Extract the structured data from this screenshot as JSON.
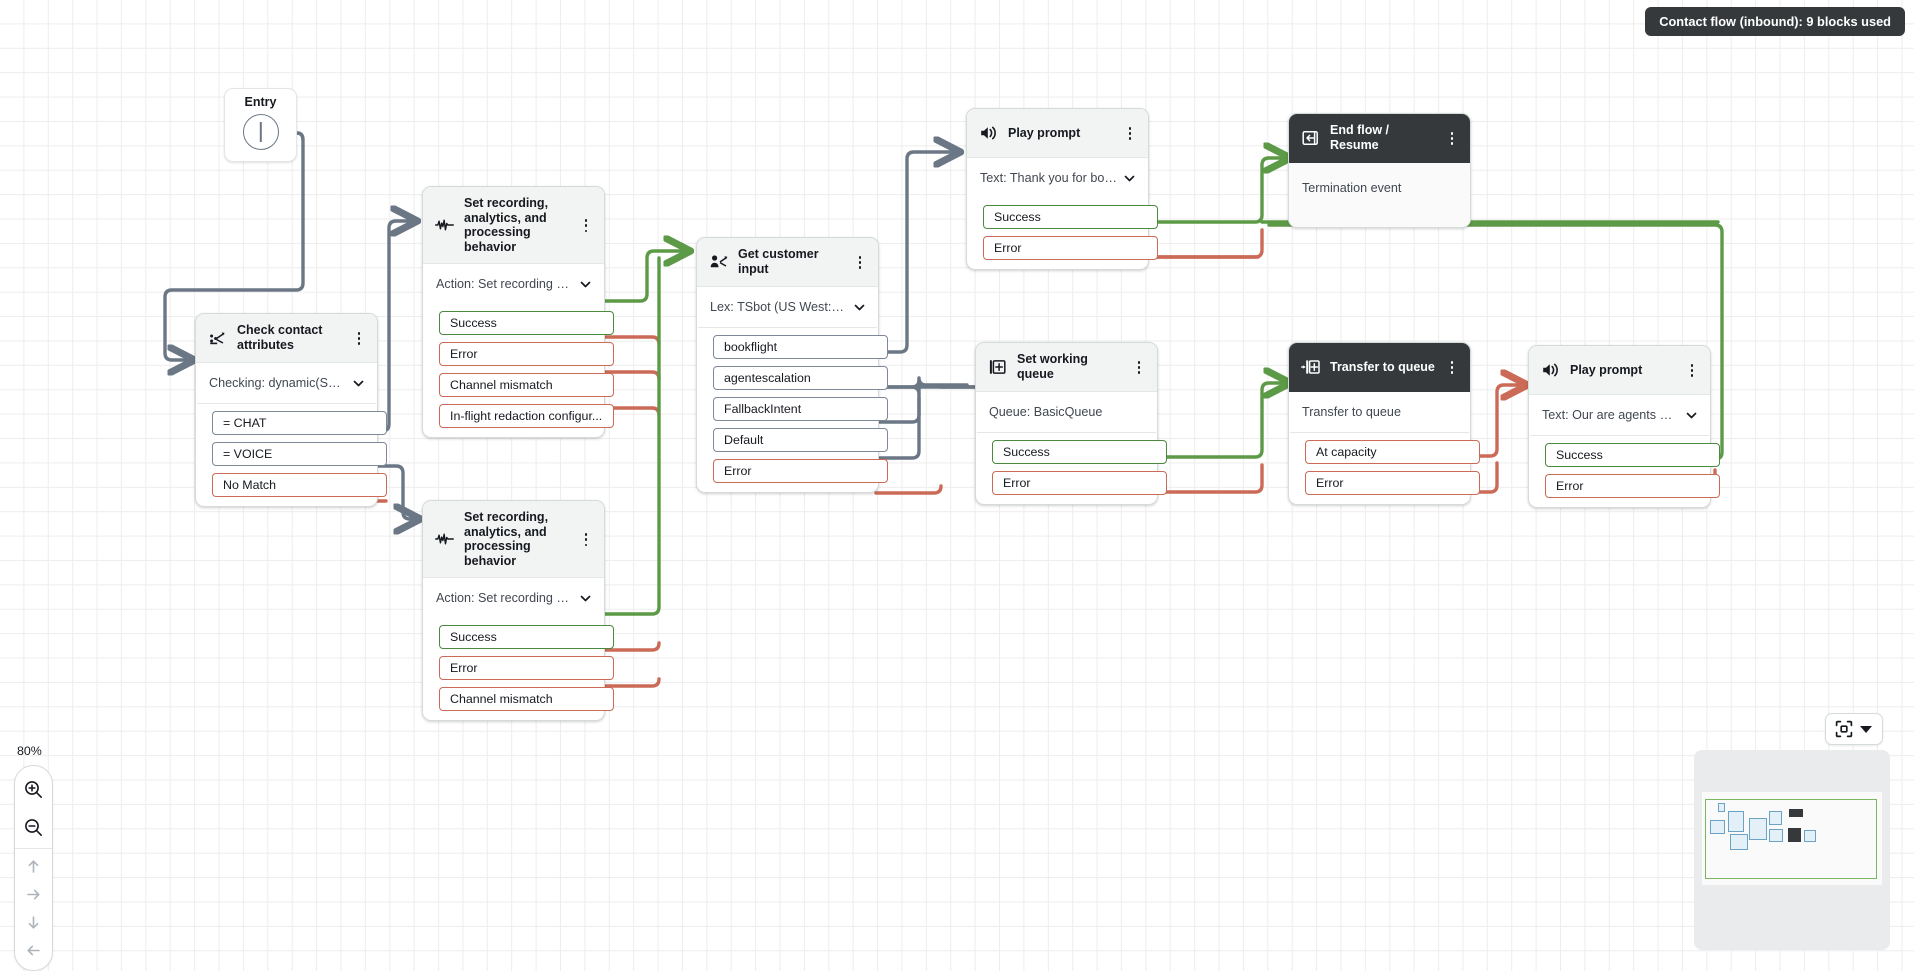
{
  "header": {
    "flow_badge": "Contact flow (inbound): 9 blocks used"
  },
  "canvas": {
    "zoom_level": "80%",
    "entry": {
      "label": "Entry",
      "icon": "entry-point-icon"
    }
  },
  "controls": {
    "zoom_in": "zoom-in-icon",
    "zoom_out": "zoom-out-icon",
    "pan_up": "arrow-up-icon",
    "pan_right": "arrow-right-icon",
    "pan_down": "arrow-down-icon",
    "pan_left": "arrow-left-icon",
    "fit_to_screen": "fit-to-screen-icon",
    "minimap_toggle": "caret-down-icon"
  },
  "blocks": [
    {
      "id": "check-contact-attributes",
      "icon": "branch-split-icon",
      "title": "Check contact attributes",
      "subtitle": "Checking: dynamic(Syste...",
      "has_chevron": true,
      "dark": false,
      "ports": [
        {
          "label": "= CHAT",
          "kind": "neutral"
        },
        {
          "label": "= VOICE",
          "kind": "neutral"
        },
        {
          "label": "No Match",
          "kind": "error"
        }
      ]
    },
    {
      "id": "set-recording-top",
      "icon": "waveform-icon",
      "title": "Set recording, analytics, and processing behavior",
      "subtitle": "Action: Set recording and...",
      "has_chevron": true,
      "dark": false,
      "ports": [
        {
          "label": "Success",
          "kind": "success"
        },
        {
          "label": "Error",
          "kind": "error"
        },
        {
          "label": "Channel mismatch",
          "kind": "error"
        },
        {
          "label": "In-flight redaction configur...",
          "kind": "error"
        }
      ]
    },
    {
      "id": "set-recording-bottom",
      "icon": "waveform-icon",
      "title": "Set recording, analytics, and processing behavior",
      "subtitle": "Action: Set recording and...",
      "has_chevron": true,
      "dark": false,
      "ports": [
        {
          "label": "Success",
          "kind": "success"
        },
        {
          "label": "Error",
          "kind": "error"
        },
        {
          "label": "Channel mismatch",
          "kind": "error"
        }
      ]
    },
    {
      "id": "get-customer-input",
      "icon": "customer-input-icon",
      "title": "Get customer input",
      "subtitle": "Lex: TSbot (US West: Or...",
      "has_chevron": true,
      "dark": false,
      "ports": [
        {
          "label": "bookflight",
          "kind": "neutral"
        },
        {
          "label": "agentescalation",
          "kind": "neutral"
        },
        {
          "label": "FallbackIntent",
          "kind": "neutral"
        },
        {
          "label": "Default",
          "kind": "neutral"
        },
        {
          "label": "Error",
          "kind": "error"
        }
      ]
    },
    {
      "id": "play-prompt-top",
      "icon": "speaker-icon",
      "title": "Play prompt",
      "subtitle": "Text: Thank you for boo...",
      "has_chevron": true,
      "dark": false,
      "ports": [
        {
          "label": "Success",
          "kind": "success"
        },
        {
          "label": "Error",
          "kind": "error"
        }
      ]
    },
    {
      "id": "end-flow-resume",
      "icon": "end-flow-icon",
      "title": "End flow / Resume",
      "subtitle": "Termination event",
      "has_chevron": false,
      "dark": true,
      "ports": []
    },
    {
      "id": "set-working-queue",
      "icon": "add-queue-icon",
      "title": "Set working queue",
      "subtitle": "Queue: BasicQueue",
      "has_chevron": false,
      "dark": false,
      "ports": [
        {
          "label": "Success",
          "kind": "success"
        },
        {
          "label": "Error",
          "kind": "error"
        }
      ]
    },
    {
      "id": "transfer-to-queue",
      "icon": "transfer-queue-icon",
      "title": "Transfer to queue",
      "subtitle": "Transfer to queue",
      "has_chevron": false,
      "dark": true,
      "ports": [
        {
          "label": "At capacity",
          "kind": "error"
        },
        {
          "label": "Error",
          "kind": "error"
        }
      ]
    },
    {
      "id": "play-prompt-right",
      "icon": "speaker-icon",
      "title": "Play prompt",
      "subtitle": "Text: Our are agents are...",
      "has_chevron": true,
      "dark": false,
      "ports": [
        {
          "label": "Success",
          "kind": "success"
        },
        {
          "label": "Error",
          "kind": "error"
        }
      ]
    }
  ],
  "colors": {
    "success_wire": "#5c9a47",
    "error_wire": "#cb6a56",
    "neutral_wire": "#6b7785",
    "dark_header": "#35393b",
    "light_header": "#f2f3f3",
    "grid_line": "#ededed"
  }
}
